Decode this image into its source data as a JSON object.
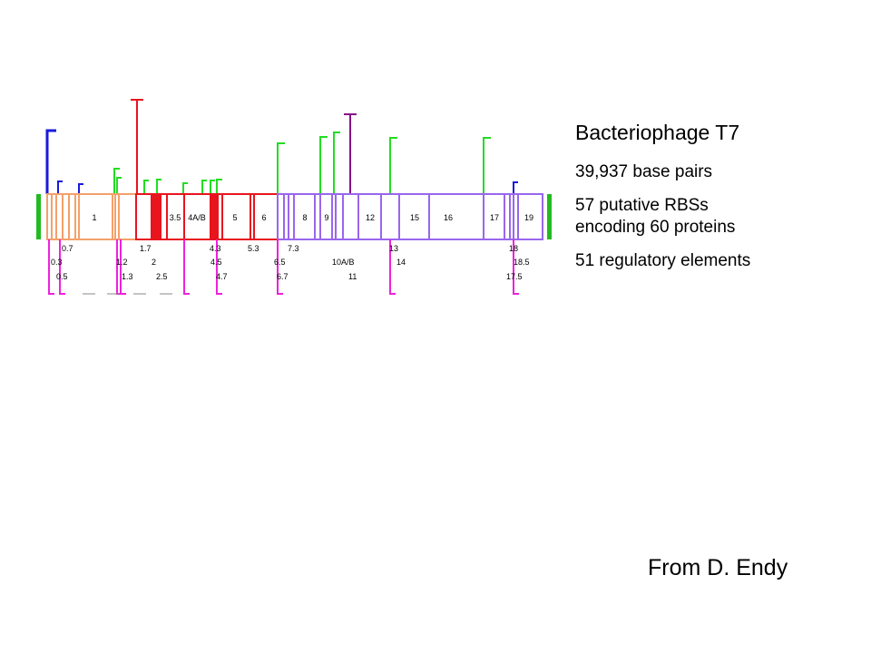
{
  "slide": {
    "title": "Bacteriophage T7",
    "base_pairs": "39,937 base pairs",
    "rbs_line1": "57 putative RBSs",
    "rbs_line2": "encoding 60 proteins",
    "regulatory": "51 regulatory elements",
    "credit": "From D. Endy"
  },
  "genome_map": {
    "colors": {
      "early": "#f4a06a",
      "middle": "#e8141e",
      "late": "#9966ee",
      "promoter_host": "#1a1adc",
      "promoter_t7": "#22dd22",
      "terminator": "#881188",
      "rnase_site": "#ee22dd",
      "end_marker": "#22bb22"
    },
    "gene_labels_in_box": [
      "1",
      "3.5",
      "4A/B",
      "5",
      "6",
      "8",
      "9",
      "12",
      "15",
      "16",
      "17",
      "19"
    ],
    "labels_row1": [
      "0.7",
      "1.7",
      "4.3",
      "5.3",
      "7.3",
      "13",
      "18"
    ],
    "labels_row2": [
      "0.3",
      "1.2",
      "2",
      "4.5",
      "6.5",
      "10A/B",
      "14",
      "18.5"
    ],
    "labels_row3": [
      "0.5",
      "1.3",
      "2.5",
      "4.7",
      "6.7",
      "11",
      "17.5"
    ]
  }
}
